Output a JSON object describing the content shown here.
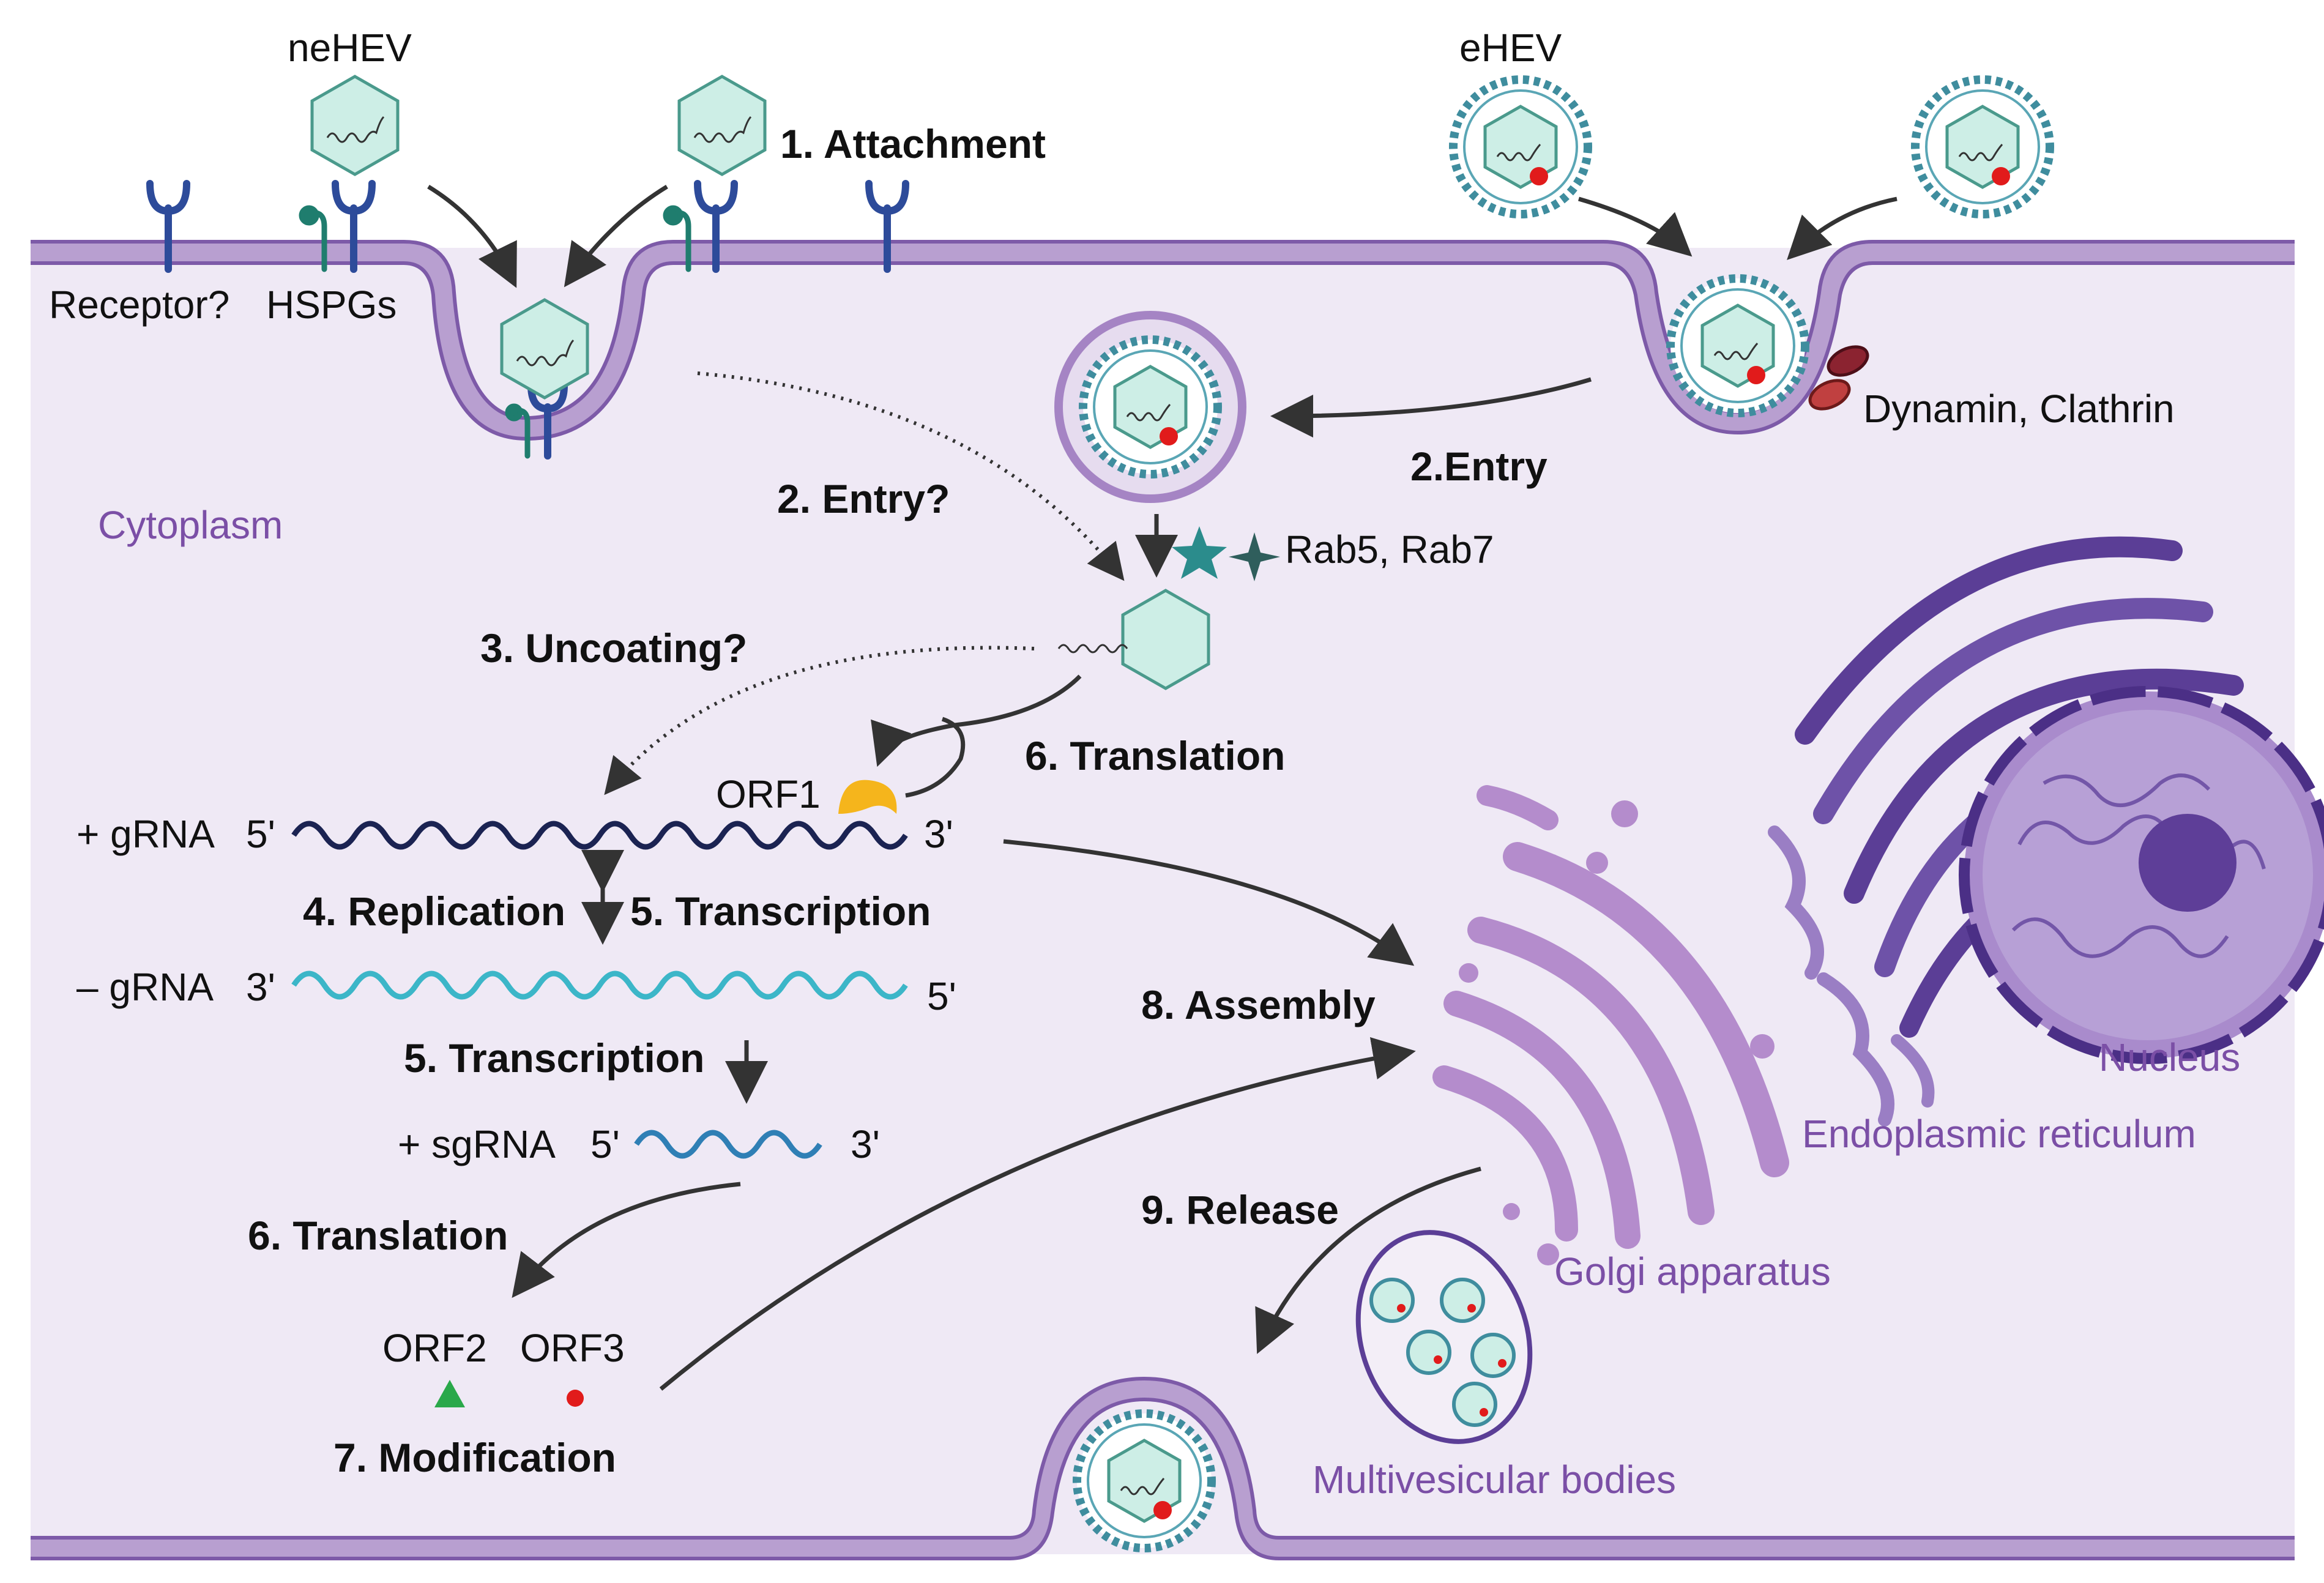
{
  "virions": {
    "nehev_label": "neHEV",
    "ehev_label": "eHEV"
  },
  "membrane_labels": {
    "receptor": "Receptor?",
    "hspgs": "HSPGs",
    "dynamin_clathrin": "Dynamin, Clathrin"
  },
  "compartments": {
    "cytoplasm": "Cytoplasm",
    "nucleus": "Nucleus",
    "er": "Endoplasmic reticulum",
    "golgi": "Golgi apparatus",
    "mvb": "Multivesicular bodies"
  },
  "steps": {
    "attachment": "1. Attachment",
    "entry_ne": "2. Entry?",
    "entry_e": "2.Entry",
    "rab": "Rab5, Rab7",
    "uncoating": "3. Uncoating?",
    "translation_top": "6. Translation",
    "replication": "4. Replication",
    "transcription_mid": "5. Transcription",
    "transcription_low": "5. Transcription",
    "translation_low": "6. Translation",
    "modification": "7. Modification",
    "assembly": "8. Assembly",
    "release": "9. Release"
  },
  "rna": {
    "plus_grna": "+ gRNA",
    "minus_grna": "– gRNA",
    "plus_sgrna": "+ sgRNA",
    "five_prime": "5'",
    "three_prime": "3'"
  },
  "orfs": {
    "orf1": "ORF1",
    "orf2": "ORF2",
    "orf3": "ORF3"
  },
  "colors": {
    "membrane_fill": "#b89fd0",
    "membrane_line": "#7d5aa8",
    "cytoplasm": "#efe9f5",
    "capsid": "#cdeee6",
    "capsid_stroke": "#4a9a8c",
    "receptor": "#2d4b9a",
    "golgi": "#b48ccc",
    "er": "#5b3e96",
    "plus_rna": "#1b2352",
    "minus_rna": "#3cb6c8",
    "sg_rna": "#2f7fb5",
    "orf1": "#f5b51c",
    "orf2": "#2aa84a",
    "orf3": "#e11b1b"
  }
}
